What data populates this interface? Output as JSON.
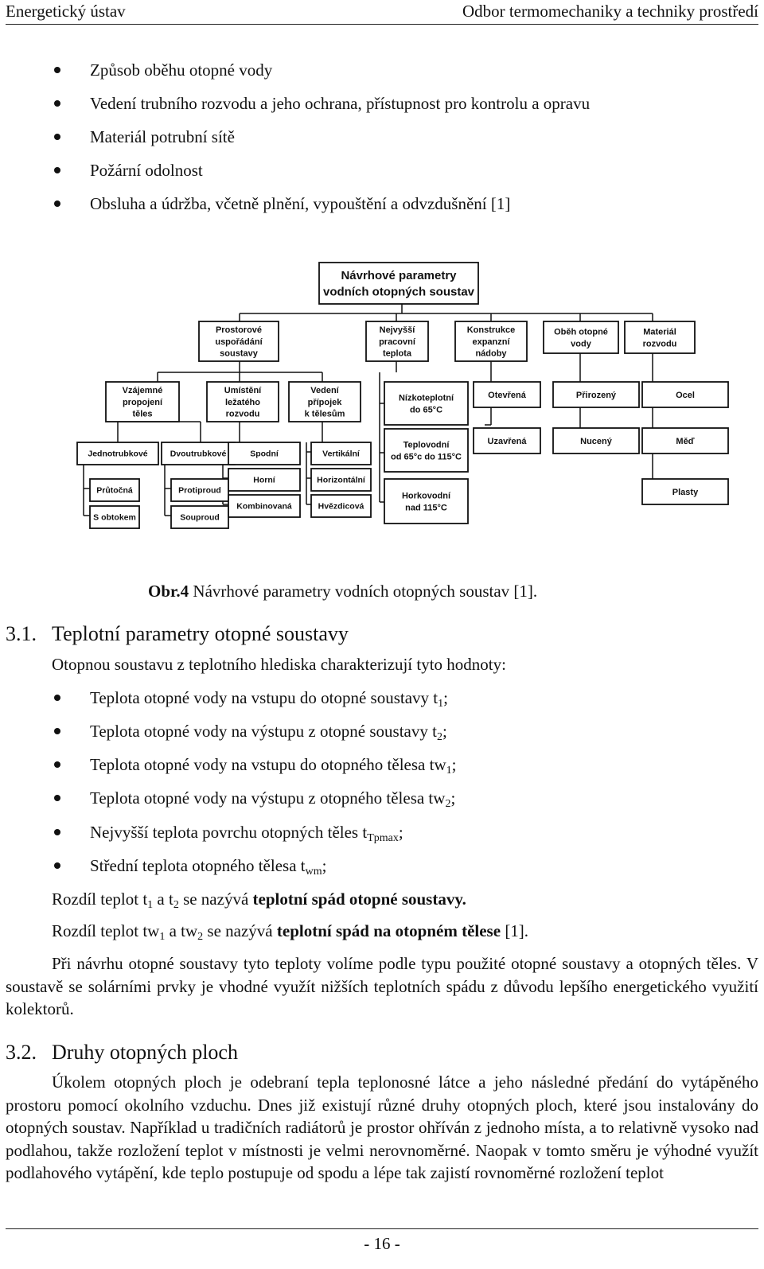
{
  "header": {
    "left": "Energetický ústav",
    "right": "Odbor termomechaniky a techniky prostředí"
  },
  "top_bullets": [
    "Způsob oběhu otopné vody",
    "Vedení trubního rozvodu a jeho ochrana, přístupnost pro kontrolu a opravu",
    "Materiál potrubní sítě",
    "Požární odolnost",
    "Obsluha a údržba, včetně plnění, vypouštění a odvzdušnění [1]"
  ],
  "diagram": {
    "root": [
      "Návrhové parametry",
      "vodních otopných soustav"
    ],
    "boxes": {
      "prostorove": [
        "Prostorové",
        "uspořádání",
        "soustavy"
      ],
      "nejvyssi": [
        "Nejvyšší",
        "pracovní",
        "teplota"
      ],
      "konstrukce": [
        "Konstrukce",
        "expanzní",
        "nádoby"
      ],
      "obeh": [
        "Oběh otopné",
        "vody"
      ],
      "material": [
        "Materiál",
        "rozvodu"
      ],
      "vzajemne": [
        "Vzájemné",
        "propojení",
        "těles"
      ],
      "umisteni": [
        "Umístění",
        "ležatého",
        "rozvodu"
      ],
      "vedeni": [
        "Vedení",
        "přípojek",
        "k tělesům"
      ],
      "nizkoteplotni": [
        "Nízkoteplotní",
        "do 65°C"
      ],
      "teplovodni": [
        "Teplovodní",
        "od 65°c do 115°C"
      ],
      "horkovodni": [
        "Horkovodní",
        "nad 115°C"
      ],
      "otevrena": [
        "Otevřená"
      ],
      "uzavrena": [
        "Uzavřená"
      ],
      "prirozeny": [
        "Přirozený"
      ],
      "nuceny": [
        "Nucený"
      ],
      "ocel": [
        "Ocel"
      ],
      "med": [
        "Měď"
      ],
      "plasty": [
        "Plasty"
      ],
      "jednotrubkove": [
        "Jednotrubkové"
      ],
      "dvoutrubkove": [
        "Dvoutrubkové"
      ],
      "prutocna": [
        "Průtočná"
      ],
      "s_obtokem": [
        "S obtokem"
      ],
      "protiproud": [
        "Protiproud"
      ],
      "souproud": [
        "Souproud"
      ],
      "spodni": [
        "Spodní"
      ],
      "horni": [
        "Horní"
      ],
      "kombinovana": [
        "Kombinovaná"
      ],
      "vertikalni": [
        "Vertikální"
      ],
      "horizontalni": [
        "Horizontální"
      ],
      "hvezdicova": [
        "Hvězdicová"
      ]
    }
  },
  "caption": {
    "bold": "Obr.4",
    "text": " Návrhové parametry vodních otopných soustav [1]."
  },
  "section1": {
    "number": "3.1.",
    "title": "Teplotní parametry otopné soustavy",
    "intro": "Otopnou soustavu z teplotního hlediska charakterizují tyto hodnoty:",
    "bullets": [
      {
        "text": "Teplota otopné vody na vstupu do otopné soustavy t",
        "sub": "1",
        "after": ";"
      },
      {
        "text": "Teplota otopné vody na výstupu z otopné soustavy t",
        "sub": "2",
        "after": ";"
      },
      {
        "text": "Teplota otopné vody na vstupu do otopného tělesa tw",
        "sub": "1",
        "after": ";"
      },
      {
        "text": "Teplota otopné vody na výstupu z otopného tělesa tw",
        "sub": "2",
        "after": ";"
      },
      {
        "text": "Nejvyšší teplota povrchu otopných těles t",
        "sub": "Tpmax",
        "after": ";"
      },
      {
        "text": "Střední teplota otopného tělesa t",
        "sub": "wm",
        "after": ";"
      }
    ],
    "rozdil1": {
      "a": "Rozdíl teplot t",
      "sub1": "1",
      "b": " a t",
      "sub2": "2",
      "c": " se nazývá ",
      "bold": "teplotní spád otopné soustavy."
    },
    "rozdil2": {
      "a": "Rozdíl teplot tw",
      "sub1": "1",
      "b": " a tw",
      "sub2": "2",
      "c": " se nazývá ",
      "bold": "teplotní spád na otopném tělese",
      "d": " [1]."
    },
    "paragraph": "Při návrhu otopné soustavy tyto teploty volíme podle typu použité otopné soustavy a otopných těles. V soustavě se solárními prvky je vhodné využít nižších teplotních spádu z důvodu lepšího energetického využití kolektorů."
  },
  "section2": {
    "number": "3.2.",
    "title": "Druhy otopných ploch",
    "paragraph": "Úkolem otopných ploch je odebraní tepla teplonosné látce a jeho následné předání do vytápěného prostoru pomocí okolního vzduchu. Dnes již existují různé druhy otopných ploch, které jsou instalovány do otopných soustav. Například u tradičních radiátorů je prostor ohříván z jednoho místa, a to relativně vysoko nad podlahou, takže rozložení teplot v místnosti je velmi nerovnoměrné. Naopak v tomto směru je výhodné využít podlahového vytápění, kde teplo postupuje od spodu a lépe tak zajistí rovnoměrné rozložení teplot"
  },
  "footer": {
    "page": "- 16 -"
  }
}
